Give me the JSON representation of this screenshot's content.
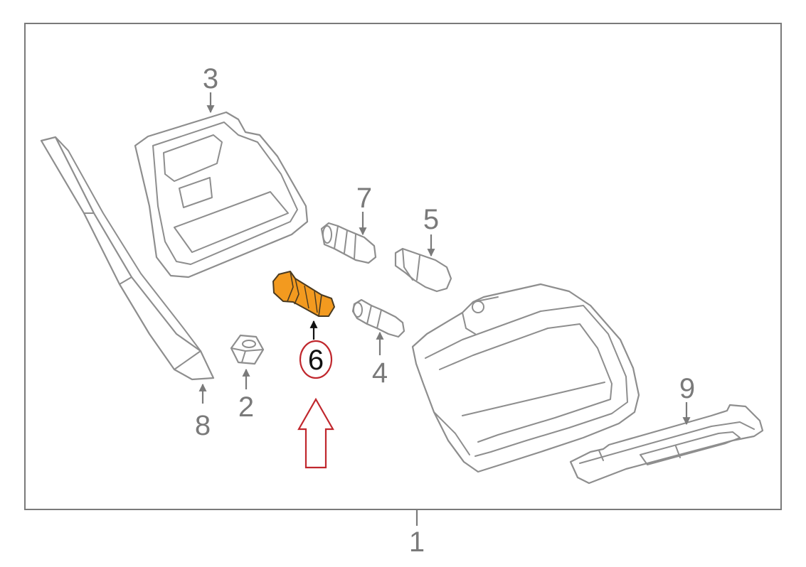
{
  "labels": {
    "assembly": "1",
    "nut": "2",
    "housing": "3",
    "bulb_small": "4",
    "bulb_wedge": "5",
    "bulb_highlight": "6",
    "bulb_bayonet": "7",
    "trim_strip": "8",
    "reflector": "9"
  },
  "colors": {
    "highlight_part": "#f39a1f",
    "highlight_circle": "#c0272d",
    "arrow_outline": "#c0272d",
    "line_art": "#8e8e8e"
  }
}
